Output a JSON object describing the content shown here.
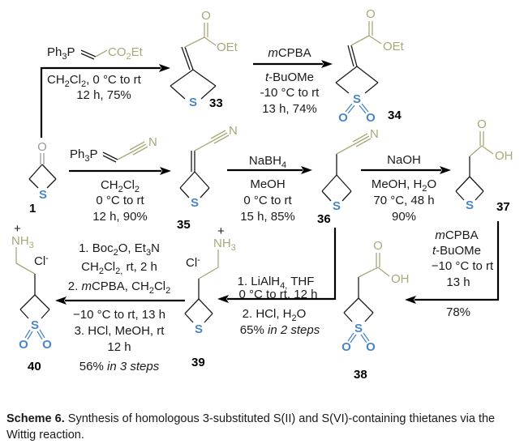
{
  "scheme": {
    "reagents": {
      "r1_line1": "Ph3P=CHCO2Et",
      "r1_ylide_prefix": "Ph",
      "r1_ylide_sub": "3",
      "r1_ylide_P": "P",
      "r1_ylide_group": "CO",
      "r1_ylide_group_sub": "2",
      "r1_ylide_group_end": "Et",
      "r1_cond1_a": "CH",
      "r1_cond1_sub1": "2",
      "r1_cond1_b": "Cl",
      "r1_cond1_sub2": "2",
      "r1_cond1_c": ", 0 °C to rt",
      "r1_cond2": "12 h, 75%",
      "r2_top_italic": "m",
      "r2_top": "CPBA",
      "r2_c1_italic": "t",
      "r2_c1": "-BuOMe",
      "r2_c2": "-10 °C to rt",
      "r2_c3": "13 h, 74%",
      "r3_ylide_prefix": "Ph",
      "r3_ylide_sub": "3",
      "r3_ylide_P": "P",
      "r3_N": "N",
      "r3_c1_a": "CH",
      "r3_c1_sub1": "2",
      "r3_c1_b": "Cl",
      "r3_c1_sub2": "2",
      "r3_c2": "0 °C to rt",
      "r3_c3": "12 h, 90%",
      "r4_top_a": "NaBH",
      "r4_top_sub": "4",
      "r4_c1": "MeOH",
      "r4_c2": "0 °C to rt",
      "r4_c3": "15 h, 85%",
      "r5_top": "NaOH",
      "r5_c1_a": "MeOH, H",
      "r5_c1_sub": "2",
      "r5_c1_b": "O",
      "r5_c2": "70 °C, 48 h",
      "r5_c3": "90%",
      "r6_c1_italic": "m",
      "r6_c1": "CPBA",
      "r6_c2_italic": "t",
      "r6_c2": "-BuOMe",
      "r6_c3": "−10 °C to rt",
      "r6_c4": "13 h",
      "r6_c5": "78%",
      "r7_c1_a": "1. LiAlH",
      "r7_c1_sub": "4,",
      "r7_c1_b": " THF",
      "r7_c2": "0 °C to rt, 12 h",
      "r7_c3_a": "2. HCl, H",
      "r7_c3_sub": "2",
      "r7_c3_b": "O",
      "r7_c4_a": "65% ",
      "r7_c4_italic": "in 2 steps",
      "r8_c1_a": "1. Boc",
      "r8_c1_sub1": "2",
      "r8_c1_b": "O, Et",
      "r8_c1_sub2": "3",
      "r8_c1_c": "N",
      "r8_c2_a": "CH",
      "r8_c2_sub1": "2",
      "r8_c2_b": "Cl",
      "r8_c2_sub2": "2,",
      "r8_c2_c": " rt, 2 h",
      "r8_c3_a": "2. ",
      "r8_c3_italic": "m",
      "r8_c3_b": "CPBA, CH",
      "r8_c3_sub1": "2",
      "r8_c3_c": "Cl",
      "r8_c3_sub2": "2",
      "r8_c4": "−10 °C to rt, 13 h",
      "r8_c5": "3. HCl, MeOH, rt",
      "r8_c6": "12 h",
      "r8_c7_a": "56% ",
      "r8_c7_italic": "in 3 steps"
    },
    "atoms": {
      "S": "S",
      "O": "O",
      "OEt": "OEt",
      "OH": "OH",
      "N": "N",
      "NH3_a": "NH",
      "NH3_sub": "3",
      "plus": "+",
      "Cl": "Cl",
      "minus": "-"
    },
    "compounds": {
      "c1": "1",
      "c33": "33",
      "c34": "34",
      "c35": "35",
      "c36": "36",
      "c37": "37",
      "c38": "38",
      "c39": "39",
      "c40": "40"
    },
    "colors": {
      "heteroatom_blue": "#4a86c6",
      "substituent_olive": "#a8a878",
      "ketone_grey": "#9a9a9a"
    }
  },
  "caption": {
    "label": "Scheme 6.",
    "text": " Synthesis of homologous 3-substituted S(II) and S(VI)-containing thietanes via the Wittig reaction."
  }
}
